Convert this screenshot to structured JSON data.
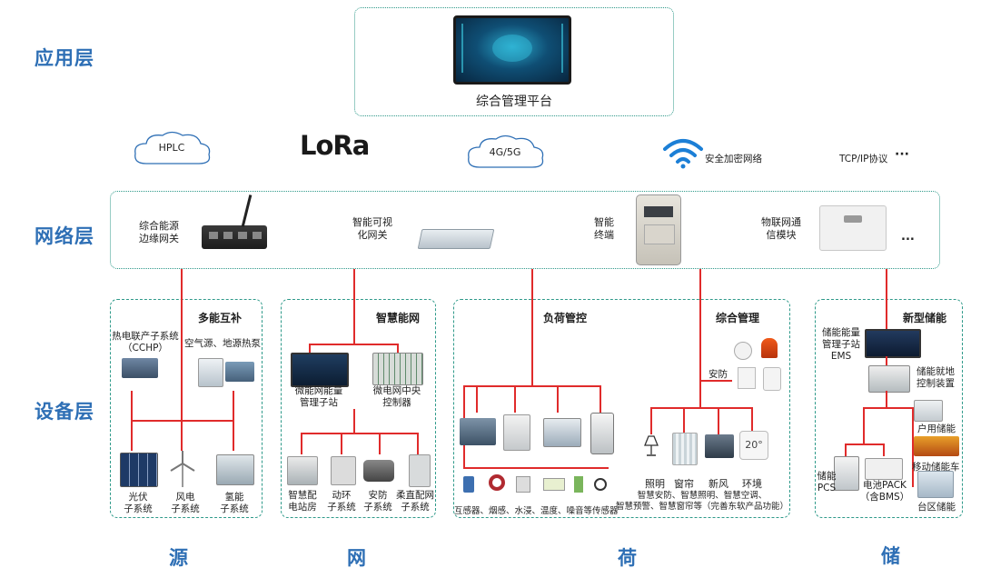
{
  "layers": {
    "application": "应用层",
    "network": "网络层",
    "device": "设备层"
  },
  "platform": {
    "title": "综合管理平台"
  },
  "protocols": {
    "hplc": "HPLC",
    "lora": "LoRa",
    "mobile": "4G/5G",
    "wifi": "安全加密网络",
    "tcp": "TCP/IP协议",
    "tcp_more": "···"
  },
  "network_devices": [
    {
      "label": "综合能源\n边缘网关"
    },
    {
      "label": "智能可视\n化网关"
    },
    {
      "label": "智能\n终端"
    },
    {
      "label": "物联网通\n信模块"
    },
    {
      "label": "..."
    }
  ],
  "groups": {
    "multi": {
      "title": "多能互补",
      "items": [
        "热电联产子系统\n（CCHP）",
        "空气源、地源热泵",
        "光伏\n子系统",
        "风电\n子系统",
        "氢能\n子系统"
      ]
    },
    "grid": {
      "title": "智慧能网",
      "items": [
        "微能网能量\n管理子站",
        "微电网中央\n控制器",
        "智慧配\n电站房",
        "动环\n子系统",
        "安防\n子系统",
        "柔直配网\n子系统"
      ]
    },
    "load": {
      "title": "负荷管控",
      "sensors": "互感器、烟感、水浸、温度、噪音等传感器"
    },
    "mgmt": {
      "title": "综合管理",
      "security": "安防",
      "items": [
        "照明",
        "窗帘",
        "新风",
        "环境"
      ],
      "note": "智慧安防、智慧照明、智慧空调、\n智慧预警、智慧窗帘等（完善东软产品功能）"
    },
    "storage": {
      "title": "新型储能",
      "items": [
        "储能能量\n管理子站\nEMS",
        "储能就地\n控制装置",
        "户用储能",
        "移动储能车",
        "储能\nPCS",
        "电池PACK\n（含BMS）",
        "台区储能"
      ]
    }
  },
  "categories": [
    "源",
    "网",
    "荷",
    "储"
  ],
  "colors": {
    "accent": "#2e6fb5",
    "line": "#e02b2b",
    "border": "#2f9a8a"
  }
}
